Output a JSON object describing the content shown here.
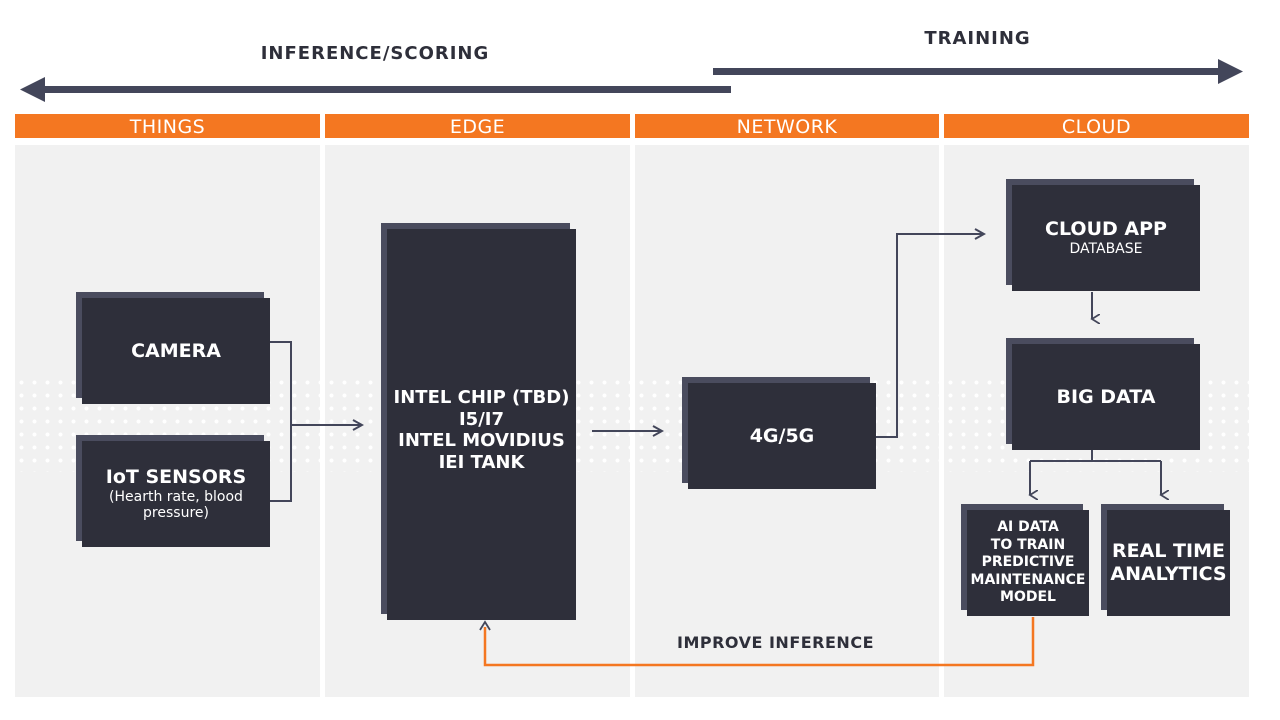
{
  "top_arrows": {
    "inference_label": "INFERENCE/SCORING",
    "training_label": "TRAINING"
  },
  "columns": [
    {
      "header": "THINGS"
    },
    {
      "header": "EDGE"
    },
    {
      "header": "NETWORK"
    },
    {
      "header": "CLOUD"
    }
  ],
  "boxes": {
    "camera": {
      "title": "CAMERA"
    },
    "iot": {
      "title": "IoT SENSORS",
      "subtitle": "(Hearth rate, blood pressure)"
    },
    "edge": {
      "line1": "INTEL CHIP (TBD)",
      "line2": "I5/I7",
      "line3": "INTEL MOVIDIUS",
      "line4": "IEI TANK"
    },
    "network": {
      "title": "4G/5G"
    },
    "cloud_app": {
      "title": "CLOUD APP",
      "subtitle": "DATABASE"
    },
    "big_data": {
      "title": "BIG DATA"
    },
    "ai_data": {
      "line1": "AI DATA",
      "line2": "TO TRAIN",
      "line3": "PREDICTIVE",
      "line4": "MAINTENANCE",
      "line5": "MODEL"
    },
    "real_time": {
      "line1": "REAL TIME",
      "line2": "ANALYTICS"
    }
  },
  "feedback": {
    "label": "IMPROVE INFERENCE"
  },
  "colors": {
    "accent_orange": "#f47721",
    "box_dark": "#2e2f3a",
    "box_shadow": "#4a4c5e",
    "arrow_dark": "#43465a",
    "column_bg": "#f1f1f1"
  }
}
